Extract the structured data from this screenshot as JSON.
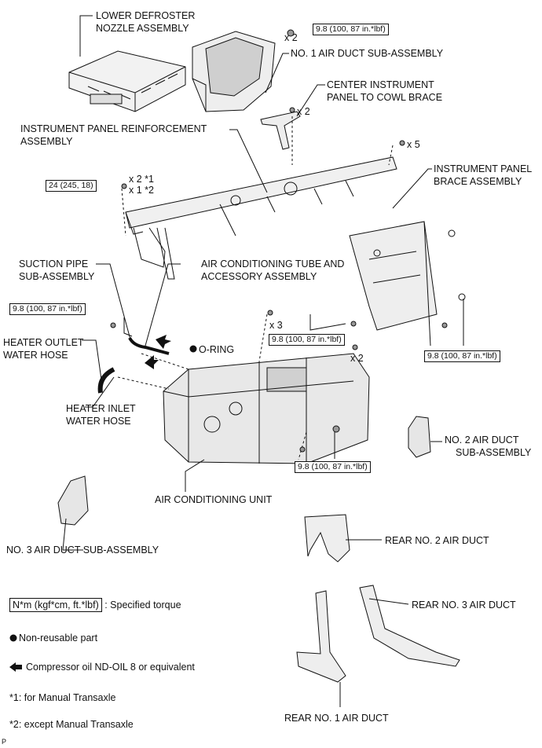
{
  "parts": {
    "lower_defroster": [
      "LOWER DEFROSTER",
      "NOZZLE ASSEMBLY"
    ],
    "no1_air_duct": "NO. 1 AIR DUCT SUB-ASSEMBLY",
    "center_brace": [
      "CENTER INSTRUMENT",
      "PANEL TO COWL BRACE"
    ],
    "ip_reinforcement": [
      "INSTRUMENT PANEL REINFORCEMENT",
      "ASSEMBLY"
    ],
    "ip_brace": [
      "INSTRUMENT PANEL",
      "BRACE ASSEMBLY"
    ],
    "suction_pipe": [
      "SUCTION PIPE",
      "SUB-ASSEMBLY"
    ],
    "ac_tube": [
      "AIR CONDITIONING TUBE AND",
      "ACCESSORY ASSEMBLY"
    ],
    "heater_outlet": [
      "HEATER OUTLET",
      "WATER HOSE"
    ],
    "o_ring": "O-RING",
    "heater_inlet": [
      "HEATER INLET",
      "WATER HOSE"
    ],
    "no2_air_duct": [
      "NO. 2 AIR DUCT",
      "SUB-ASSEMBLY"
    ],
    "ac_unit": "AIR CONDITIONING UNIT",
    "no3_air_duct": "NO. 3 AIR DUCT SUB-ASSEMBLY",
    "rear_no2": "REAR NO. 2 AIR DUCT",
    "rear_no3": "REAR NO. 3 AIR DUCT",
    "rear_no1": "REAR NO. 1 AIR DUCT"
  },
  "torques": {
    "t_top": "9.8 (100, 87 in.*lbf)",
    "t_left": "24 (245, 18)",
    "t_suction": "9.8 (100, 87 in.*lbf)",
    "t_mid": "9.8 (100, 87 in.*lbf)",
    "t_right": "9.8 (100, 87 in.*lbf)",
    "t_unit": "9.8 (100, 87 in.*lbf)"
  },
  "quantities": {
    "q_top": "x 2",
    "q_center": "x 2",
    "q_x5": "x 5",
    "q_left1": "x 2 *1",
    "q_left2": "x 1 *2",
    "q_x3": "x 3",
    "q_x2b": "x 2"
  },
  "legend": {
    "torque_box": "N*m (kgf*cm, ft.*lbf)",
    "torque_text": ": Specified torque",
    "nonreusable": "Non-reusable part",
    "compressor": "Compressor oil ND-OIL 8 or equivalent",
    "note1": "*1: for Manual Transaxle",
    "note2": "*2: except Manual Transaxle"
  },
  "footer_mark": "P"
}
